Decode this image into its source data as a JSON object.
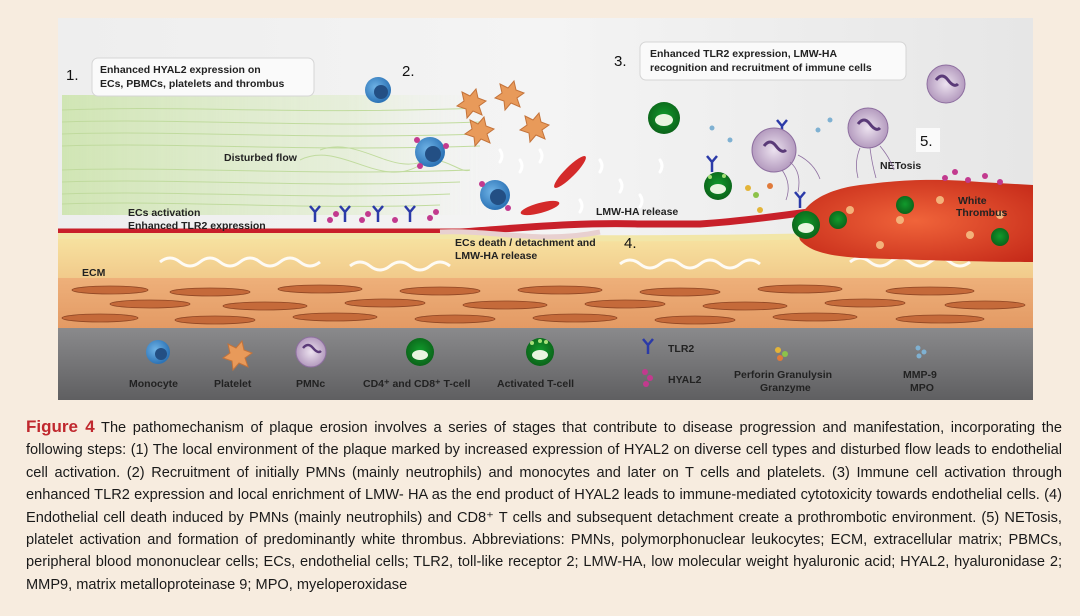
{
  "figure": {
    "steps": {
      "s1": {
        "num": "1.",
        "line1": "Enhanced HYAL2 expression on",
        "line2": "ECs, PBMCs, platelets and thrombus"
      },
      "s2": {
        "num": "2."
      },
      "s3": {
        "num": "3.",
        "line1": "Enhanced TLR2 expression, LMW-HA",
        "line2": "recognition and recruitment of immune cells"
      },
      "s4": {
        "num": "4.",
        "line1": "ECs death / detachment and",
        "line2": "LMW-HA release"
      },
      "s5": {
        "num": "5."
      }
    },
    "labels": {
      "disturbed_flow": "Disturbed flow",
      "ecs_activation": "ECs activation",
      "enhanced_tlr2": "Enhanced TLR2 expression",
      "ecm": "ECM",
      "lmw_ha_release": "LMW-HA release",
      "netosis": "NETosis",
      "white": "White",
      "thrombus": "Thrombus"
    },
    "legend": {
      "monocyte": "Monocyte",
      "platelet": "Platelet",
      "pmnc": "PMNc",
      "tcell": "CD4⁺ and CD8⁺ T-cell",
      "activated_tcell": "Activated T-cell",
      "tlr2": "TLR2",
      "hyal2": "HYAL2",
      "perforin_line1": "Perforin Granulysin",
      "perforin_line2": "Granzyme",
      "mmp9": "MMP-9",
      "mpo": "MPO"
    }
  },
  "caption": {
    "label": "Figure 4",
    "text": " The pathomechanism of plaque erosion involves a series of stages that contribute to disease progression and manifestation, incorporating the following steps: (1) The local environment of the plaque marked by increased expression of HYAL2 on diverse cell types and disturbed flow leads to endothelial cell activation. (2) Recruitment of initially PMNs (mainly neutrophils) and monocytes and later on T cells and platelets. (3) Immune cell activation through enhanced TLR2 expression and local enrichment of LMW- HA as the end product of HYAL2 leads to immune-mediated cytotoxicity towards endothelial cells. (4) Endothelial cell death induced by PMNs (mainly neutrophils) and CD8⁺ T cells and subsequent detachment create a prothrombotic environment. (5) NETosis, platelet activation and formation of predominantly white thrombus. Abbreviations: PMNs, polymorphonuclear leukocytes; ECM, extracellular matrix; PBMCs, peripheral blood mononuclear cells; ECs, endothelial cells; TLR2, toll-like receptor 2; LMW-HA, low molecular weight hyaluronic acid; HYAL2, hyaluronidase 2; MMP9, matrix metalloproteinase 9; MPO, myeloperoxidase"
  },
  "colors": {
    "page_bg": "#f7ecdf",
    "caption_label": "#c0282e",
    "endothelium": "#c8202a",
    "smc": "#c56a3a",
    "legend_bar": "#6e6e70"
  }
}
